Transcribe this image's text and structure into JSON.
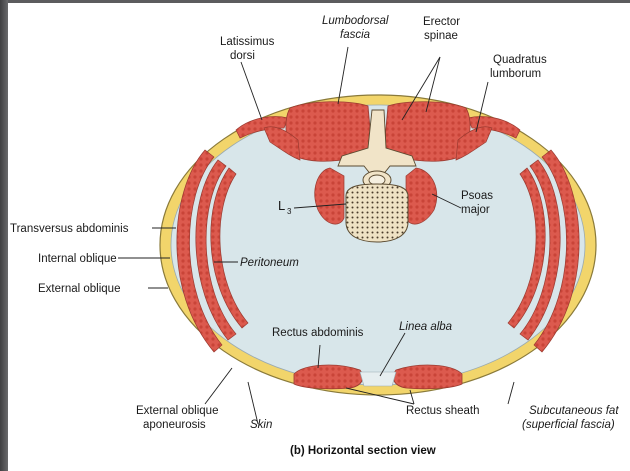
{
  "labels": {
    "latissimus_1": "Latissimus",
    "latissimus_2": "dorsi",
    "lumbodorsal_1": "Lumbodorsal",
    "lumbodorsal_2": "fascia",
    "erector_1": "Erector",
    "erector_2": "spinae",
    "quadratus_1": "Quadratus",
    "quadratus_2": "lumborum",
    "transversus": "Transversus abdominis",
    "internal_oblique": "Internal oblique",
    "external_oblique": "External oblique",
    "peritoneum": "Peritoneum",
    "vertebra_L": "L",
    "vertebra_sub": "3",
    "psoas_1": "Psoas",
    "psoas_2": "major",
    "rectus_abdominis": "Rectus abdominis",
    "linea_alba": "Linea alba",
    "ext_oblique_apo_1": "External oblique",
    "ext_oblique_apo_2": "aponeurosis",
    "skin": "Skin",
    "rectus_sheath": "Rectus sheath",
    "subcutaneous_1": "Subcutaneous fat",
    "subcutaneous_2": "(superficial fascia)"
  },
  "caption": "(b) Horizontal section view",
  "colors": {
    "fat": "#f2d56b",
    "muscle": "#dc5a4e",
    "fascia": "#d8e6ea",
    "bone": "#f1e4c8",
    "background": "#5c5c5e"
  }
}
